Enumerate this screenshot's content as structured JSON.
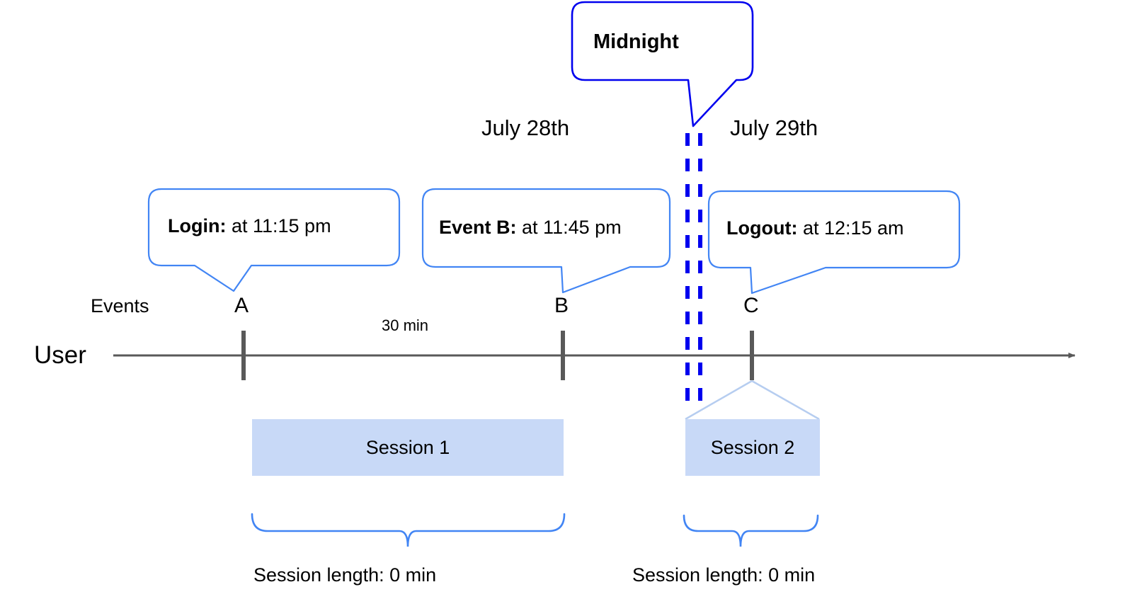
{
  "diagram": {
    "title_callout": {
      "label": "Midnight",
      "border_color": "#0000ee"
    },
    "dates": [
      {
        "label": "July 28th"
      },
      {
        "label": "July 29th"
      }
    ],
    "axis": {
      "row_label": "User",
      "events_label": "Events",
      "line_color": "#595959",
      "arrow": "arrow-right"
    },
    "event_callouts": [
      {
        "bold": "Login:",
        "rest": " at 11:15 pm",
        "marker": "A",
        "border_color": "#4285f4"
      },
      {
        "bold": "Event B:",
        "rest": " at 11:45 pm",
        "marker": "B",
        "border_color": "#4285f4"
      },
      {
        "bold": "Logout:",
        "rest": " at 12:15 am",
        "marker": "C",
        "border_color": "#4285f4"
      }
    ],
    "gap_label": "30 min",
    "sessions": [
      {
        "label": "Session 1",
        "length_label": "Session length: 0 min",
        "fill_color": "#c8d9f7"
      },
      {
        "label": "Session 2",
        "length_label": "Session length: 0 min",
        "fill_color": "#c8d9f7"
      }
    ],
    "midnight_divider": {
      "name": "midnight-dashed-line",
      "color": "#0000ee",
      "style": "double-dashed-vertical"
    }
  }
}
